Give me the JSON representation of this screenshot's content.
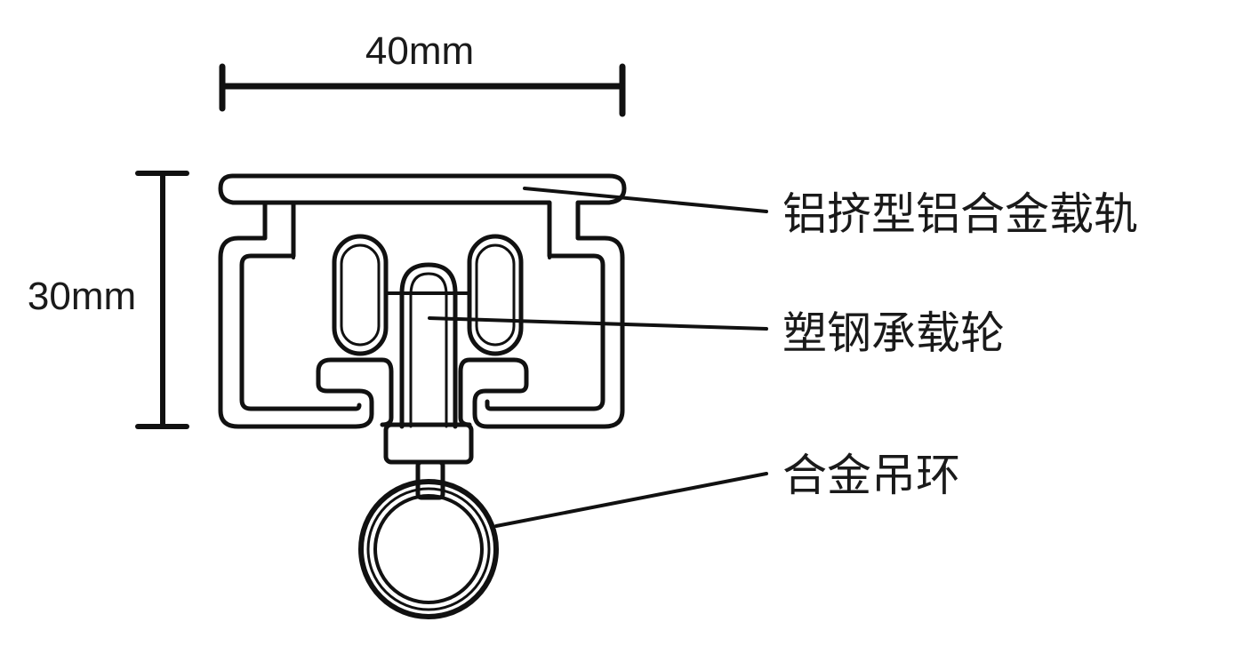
{
  "dimensions": {
    "width_label": "40mm",
    "height_label": "30mm"
  },
  "callouts": [
    {
      "label": "铝挤型铝合金载轨"
    },
    {
      "label": "塑钢承载轮"
    },
    {
      "label": "合金吊环"
    }
  ],
  "colors": {
    "line": "#111111",
    "background": "#ffffff"
  }
}
